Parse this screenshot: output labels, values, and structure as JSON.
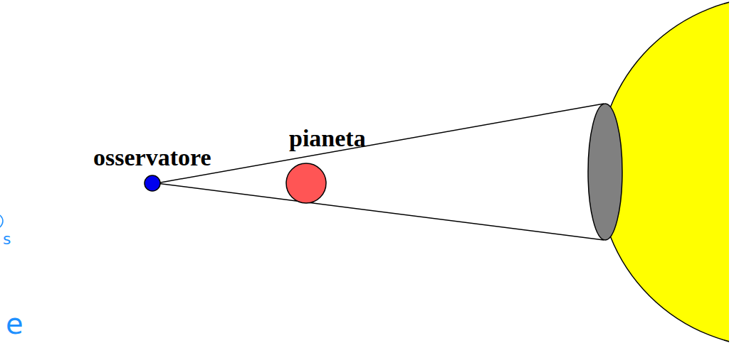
{
  "diagram": {
    "nodes": [
      {
        "text": [
          "osservatore"
        ]
      },
      {
        "text": [
          "pianeta"
        ]
      }
    ],
    "labels": [
      "s",
      "e"
    ]
  }
}
